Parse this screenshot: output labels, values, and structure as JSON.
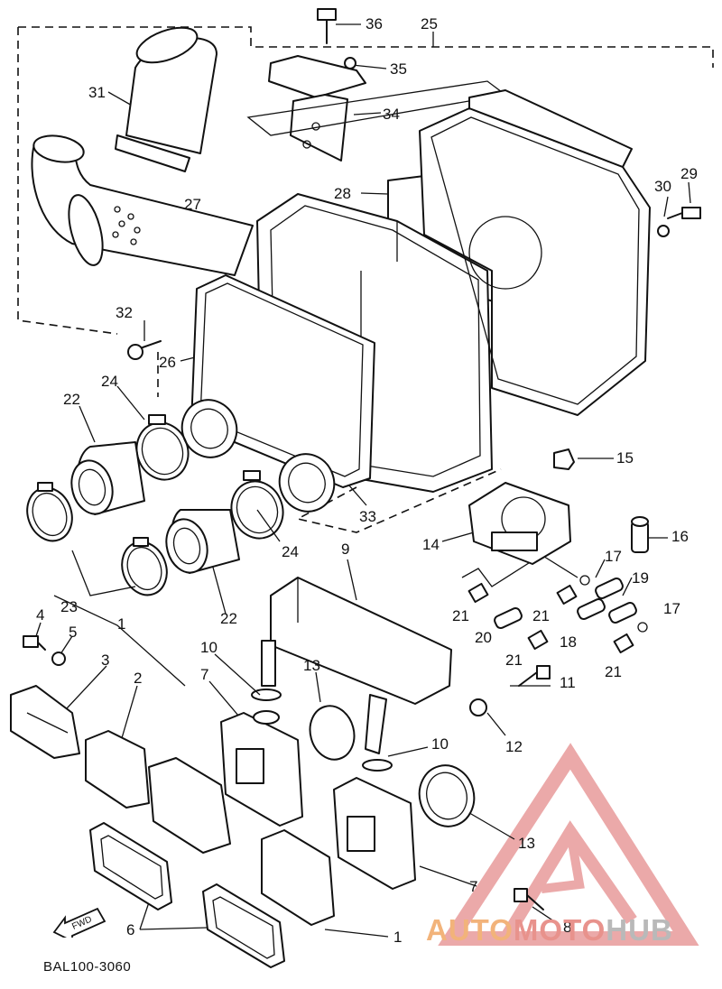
{
  "diagram": {
    "part_labels": [
      "36",
      "25",
      "35",
      "31",
      "34",
      "28",
      "27",
      "30",
      "29",
      "32",
      "26",
      "24",
      "22",
      "15",
      "16",
      "33",
      "9",
      "14",
      "17",
      "19",
      "23",
      "24",
      "22",
      "21",
      "21",
      "17",
      "4",
      "5",
      "1",
      "20",
      "18",
      "3",
      "2",
      "10",
      "13",
      "21",
      "21",
      "7",
      "11",
      "12",
      "10",
      "13",
      "7",
      "8",
      "6",
      "1"
    ],
    "footer_code": "BAL100-3060",
    "fwd_label": "FWD"
  },
  "watermark": {
    "part1": "AUTO",
    "part2": "MOTO",
    "part3": "HUB",
    "colors": {
      "auto": "#f2b37a",
      "moto": "#e8928c",
      "hub": "#b9b9b9",
      "logo": "#e9a0a0"
    }
  }
}
